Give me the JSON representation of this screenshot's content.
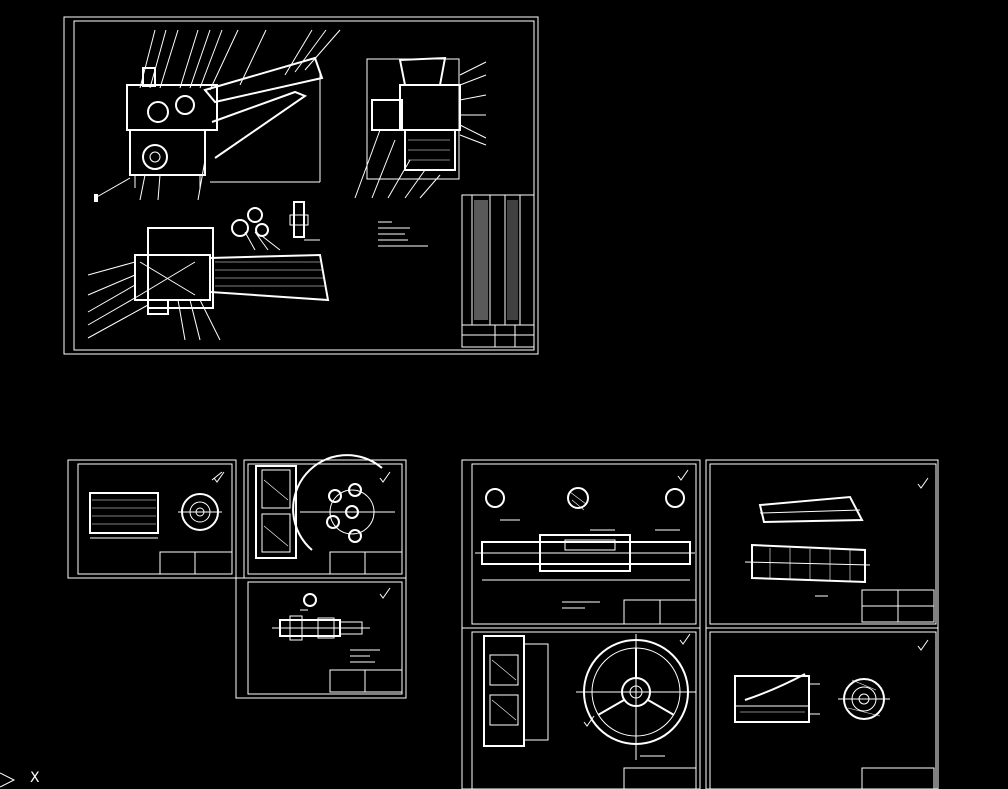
{
  "app": {
    "background_color": "#000000",
    "line_color": "#ffffff"
  },
  "ucs": {
    "x_axis_label": "X",
    "icon": "ucs-axis-icon"
  },
  "sheets": [
    {
      "id": "assembly"
    },
    {
      "id": "roller-part"
    },
    {
      "id": "gear-part"
    },
    {
      "id": "small-shaft-part"
    },
    {
      "id": "main-shaft-part"
    },
    {
      "id": "hopper-part"
    },
    {
      "id": "pulley-part"
    },
    {
      "id": "cutter-part"
    }
  ]
}
